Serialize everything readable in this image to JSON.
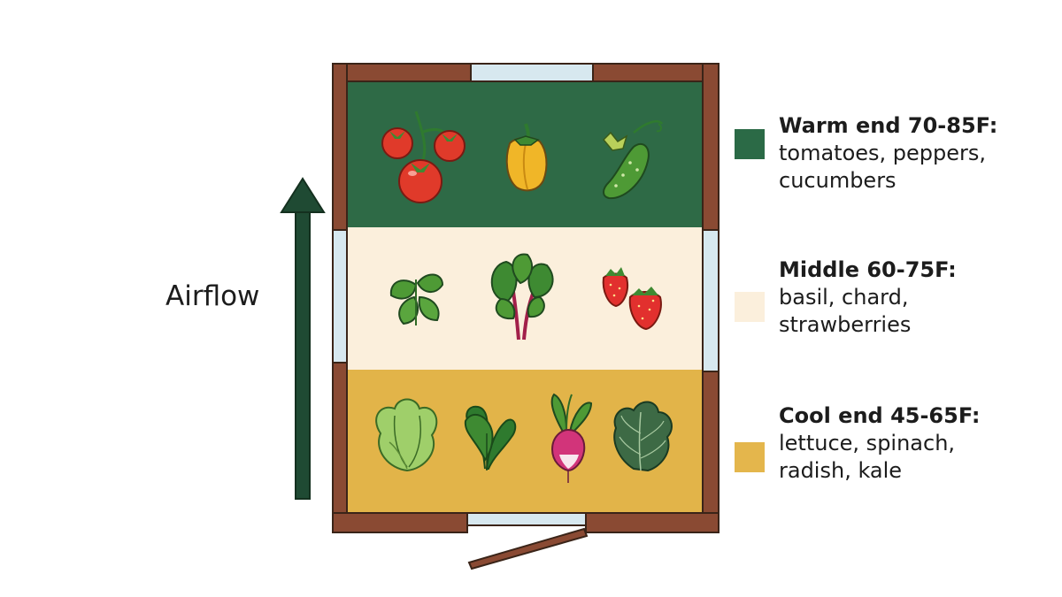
{
  "airflow": {
    "label": "Airflow"
  },
  "zones": [
    {
      "id": "warm",
      "heading": "Warm end 70-85F:",
      "line1": "tomatoes, peppers,",
      "line2": "cucumbers",
      "color": "#2e6a46",
      "legend_color": "#2b6a46",
      "plants": [
        "tomato-icon",
        "pepper-icon",
        "cucumber-icon"
      ]
    },
    {
      "id": "middle",
      "heading": "Middle 60-75F:",
      "line1": "basil, chard,",
      "line2": "strawberries",
      "color": "#fbefdc",
      "legend_color": "#fbefdc",
      "plants": [
        "basil-icon",
        "chard-icon",
        "strawberry-icon"
      ]
    },
    {
      "id": "cool",
      "heading": "Cool end 45-65F:",
      "line1": "lettuce, spinach,",
      "line2": "radish, kale",
      "color": "#e2b449",
      "legend_color": "#e4b64c",
      "plants": [
        "lettuce-icon",
        "spinach-icon",
        "radish-icon",
        "kale-icon"
      ]
    }
  ],
  "frame": {
    "wood_color": "#8a4a33",
    "window_color": "#d7e8ef"
  }
}
